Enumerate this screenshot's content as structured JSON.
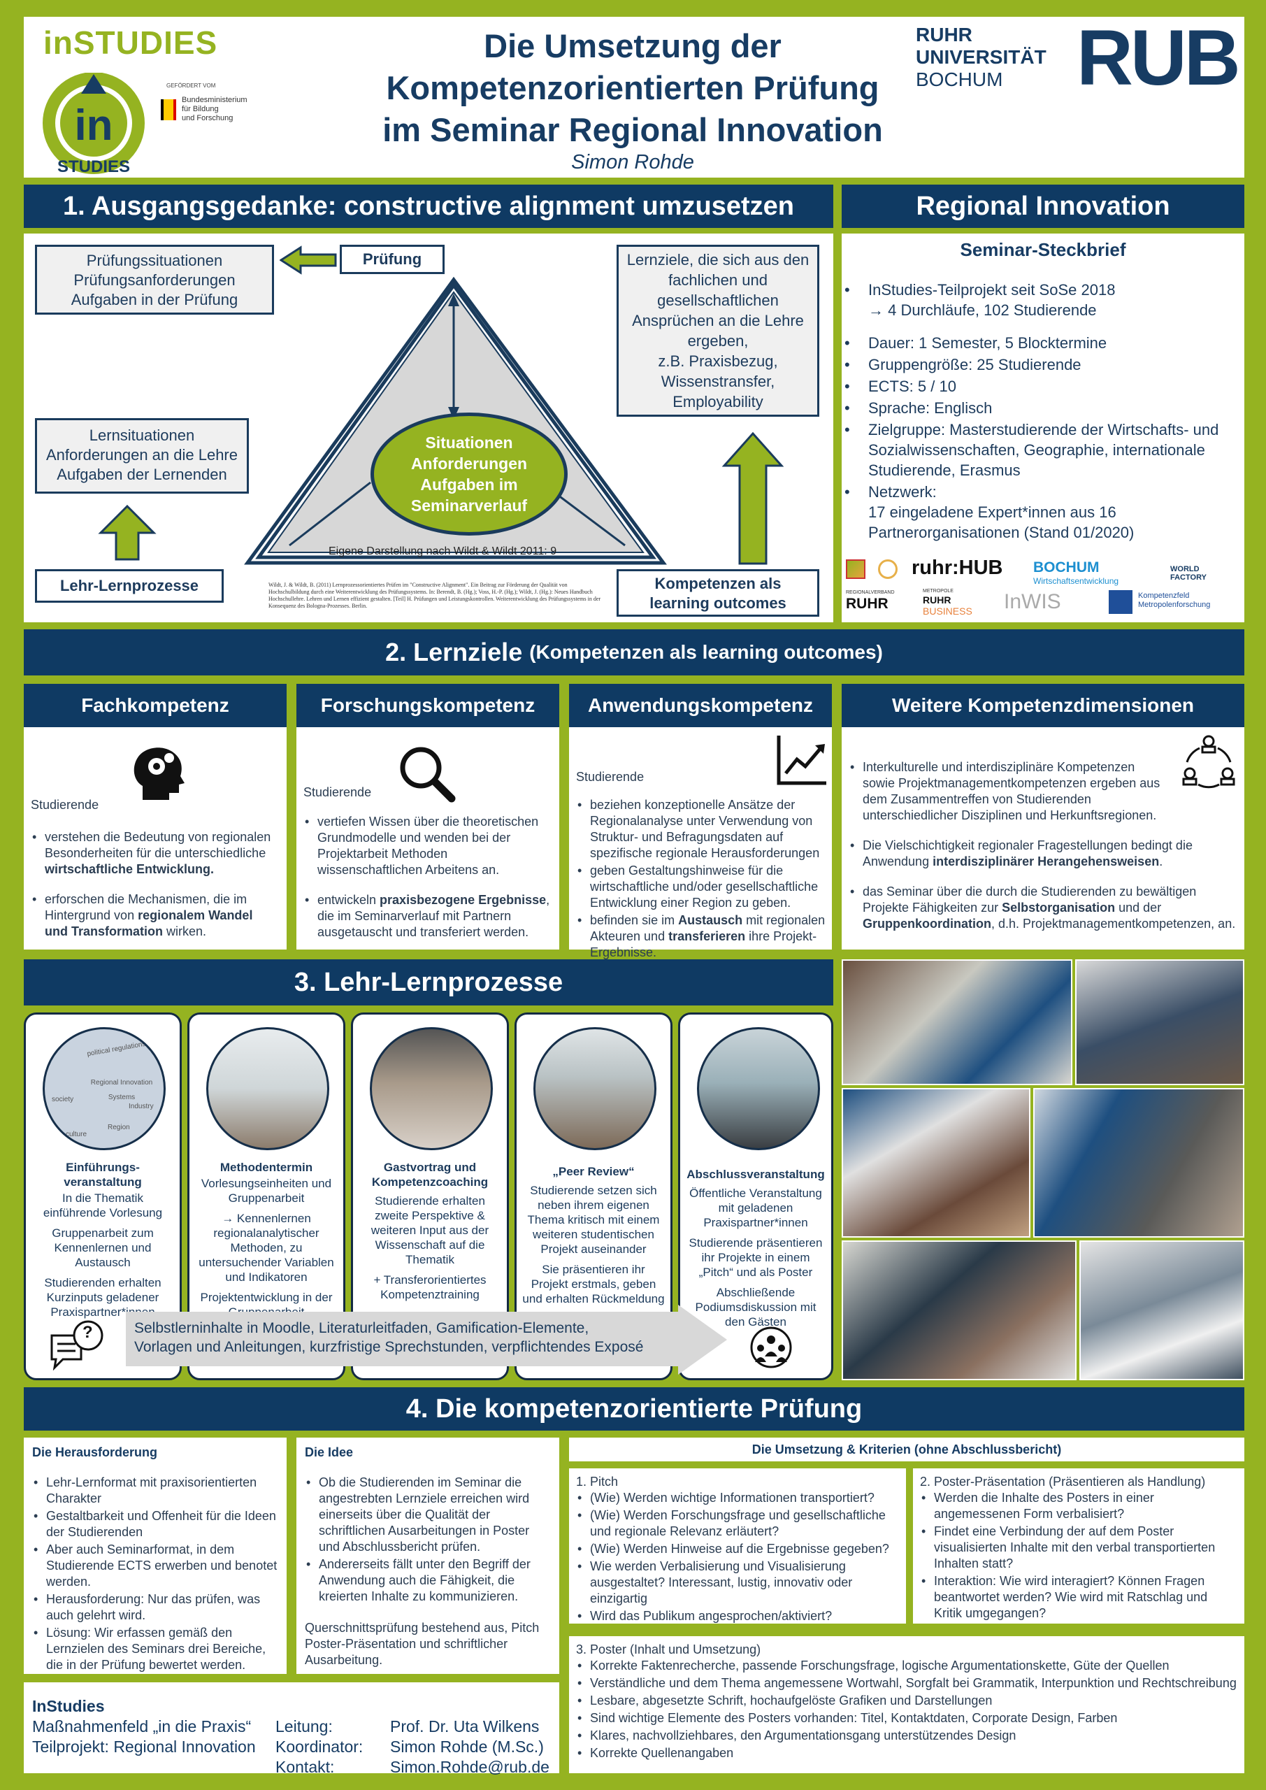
{
  "header": {
    "logo_text": "inSTUDIES",
    "logo_circle_in": "in",
    "logo_circle_studies": "STUDIES",
    "funder_small": "GEFÖRDERT VOM",
    "funder_name": "Bundesministerium\nfür Bildung\nund Forschung",
    "title_line1": "Die Umsetzung der",
    "title_line2": "Kompetenzorientierten Prüfung",
    "title_line3": "im Seminar Regional Innovation",
    "author": "Simon Rohde",
    "rub_text1": "RUHR",
    "rub_text2": "UNIVERSITÄT",
    "rub_text3": "BOCHUM",
    "rub_logo": "RUB"
  },
  "s1": {
    "title": "1. Ausgangsgedanke: constructive alignment umzusetzen",
    "box_exam_situations": "Prüfungssituationen\nPrüfungsanforderungen\nAufgaben in der Prüfung",
    "box_exam": "Prüfung",
    "box_goals": "Lernziele, die sich aus den fachlichen und gesellschaftlichen Ansprüchen an die Lehre ergeben,\nz.B. Praxisbezug, Wissenstransfer, Employability",
    "box_learning": "Lernsituationen\nAnforderungen an die Lehre\nAufgaben der Lernenden",
    "center": "Situationen\nAnforderungen\nAufgaben im\nSeminarverlauf",
    "source": "Eigene Darstellung nach Wildt & Wildt 2011: 9",
    "box_process": "Lehr-Lernprozesse",
    "box_competence": "Kompetenzen als\nlearning outcomes",
    "reference": "Wildt, J. & Wildt, B. (2011) Lernprozessorientiertes Prüfen im \"Constructive Alignment\". Ein Beitrag zur Förderung der Qualität von Hochschulbildung durch eine Weiterentwicklung des Prüfungssystems. In: Berendt, B. (Hg.); Voss, H.-P. (Hg.); Wildt, J. (Hg.): Neues Handbuch Hochschullehre. Lehren und Lernen effizient gestalten. [Teil] H. Prüfungen und Leistungskontrollen. Weiterentwicklung des Prüfungssystems in der Konsequenz des Bologna-Prozesses. Berlin."
  },
  "ri": {
    "title": "Regional Innovation",
    "subtitle": "Seminar-Steckbrief",
    "items": [
      "InStudies-Teilprojekt seit SoSe 2018\n→ 4 Durchläufe, 102 Studierende",
      "Dauer: 1 Semester, 5 Blocktermine",
      "Gruppengröße: 25 Studierende",
      "ECTS: 5 / 10",
      "Sprache: Englisch",
      "Zielgruppe: Masterstudierende der Wirtschafts- und Sozialwissenschaften, Geographie, internationale Studierende, Erasmus",
      "Netzwerk:\n17 eingeladene Expert*innen aus 16 Partnerorganisationen (Stand 01/2020)"
    ],
    "partners": [
      "ruhr:HUB",
      "BOCHUM",
      "Wirtschaftsentwicklung",
      "WORLD FACTORY",
      "REGIONALVERBAND",
      "RUHR",
      "METROPOLE",
      "RUHR",
      "BUSINESS",
      "InWIS",
      "Kompetenzfeld\nMetropolenforschung"
    ]
  },
  "s2": {
    "title": "2. Lernziele",
    "title_sub": "(Kompetenzen als learning outcomes)",
    "fach": {
      "title": "Fachkompetenz",
      "intro": "Studierende",
      "items": [
        {
          "pre": "verstehen die Bedeutung von regionalen Besonderheiten für die unterschiedliche ",
          "bold": "wirtschaftliche Entwicklung.",
          "post": ""
        },
        {
          "pre": "erforschen die Mechanismen, die im Hintergrund von ",
          "bold": "regionalem Wandel und Transformation",
          "post": " wirken."
        }
      ]
    },
    "forsch": {
      "title": "Forschungskompetenz",
      "intro": "Studierende",
      "items": [
        {
          "pre": "vertiefen Wissen über die theoretischen Grundmodelle und wenden bei der Projektarbeit Methoden wissenschaftlichen Arbeitens an.",
          "bold": "",
          "post": ""
        },
        {
          "pre": "entwickeln ",
          "bold": "praxisbezogene Ergebnisse",
          "post": ", die im Seminarverlauf mit Partnern ausgetauscht und transferiert werden."
        }
      ]
    },
    "anw": {
      "title": "Anwendungskompetenz",
      "intro": "Studierende",
      "items": [
        {
          "pre": "beziehen konzeptionelle Ansätze der Regionalanalyse unter Verwendung von Struktur- und Befragungsdaten auf spezifische regionale Herausforderungen",
          "bold": "",
          "post": ""
        },
        {
          "pre": "geben Gestaltungshinweise für die wirtschaftliche und/oder gesellschaftliche Entwicklung einer Region zu geben.",
          "bold": "",
          "post": ""
        },
        {
          "pre": "befinden sie im ",
          "bold": "Austausch",
          "post": " mit regionalen Akteuren und ",
          "bold2": "transferieren",
          "post2": " ihre Projekt-Ergebnisse."
        }
      ]
    },
    "weitere": {
      "title": "Weitere Kompetenzdimensionen",
      "items": [
        {
          "pre": "Interkulturelle und interdisziplinäre Kompetenzen sowie Projektmanagementkompetenzen ergeben aus dem Zusammentreffen von Studierenden unterschiedlicher Disziplinen und Herkunftsregionen.",
          "bold": "",
          "post": ""
        },
        {
          "pre": "Die Vielschichtigkeit regionaler Fragestellungen bedingt die Anwendung ",
          "bold": "interdisziplinärer Herangehensweisen",
          "post": "."
        },
        {
          "pre": "das Seminar über die durch die Studierenden zu bewältigen Projekte Fähigkeiten zur ",
          "bold": "Selbstorganisation",
          "post": " und der ",
          "bold2": "Gruppenkoordination",
          "post2": ", d.h. Projektmanagementkompetenzen, an."
        }
      ]
    }
  },
  "s3": {
    "title": "3. Lehr-Lernprozesse",
    "cards": [
      {
        "title": "Einführungs-\nveranstaltung",
        "paras": [
          "In die Thematik einführende Vorlesung",
          "Gruppenarbeit zum Kennenlernen und Austausch",
          "Studierenden erhalten Kurzinputs geladener Praxispartner*innen"
        ]
      },
      {
        "title": "Methodentermin",
        "paras": [
          "Vorlesungseinheiten und Gruppenarbeit",
          "→ Kennenlernen regionalanalytischer Methoden, zu untersuchender Variablen und Indikatoren",
          "Projektentwicklung in der Gruppenarbeit"
        ]
      },
      {
        "title": "Gastvortrag und Kompetenzcoaching",
        "paras": [
          "Studierende erhalten zweite Perspektive & weiteren Input aus der Wissenschaft auf die Thematik",
          "+ Transferorientiertes Kompetenztraining"
        ]
      },
      {
        "title": "„Peer Review“",
        "paras": [
          "Studierende setzen sich neben ihrem eigenen Thema kritisch mit einem weiteren studentischen Projekt auseinander",
          "Sie präsentieren ihr Projekt erstmals, geben und erhalten Rückmeldung"
        ]
      },
      {
        "title": "Abschlussveranstaltung",
        "paras": [
          "Öffentliche Veranstaltung mit geladenen Praxispartner*innen",
          "Studierende präsentieren ihr Projekte in einem „Pitch“ und als Poster",
          "Abschließende Podiumsdiskussion mit den Gästen"
        ]
      }
    ],
    "arrow_line1": "Selbstlerninhalte in Moodle, Literaturleitfaden, Gamification-Elemente,",
    "arrow_line2": "Vorlagen und Anleitungen, kurzfristige Sprechstunden, verpflichtendes Exposé",
    "chat_icon_q": "?",
    "sketch_words": [
      "political regulations",
      "Regional Innovation Systems",
      "Industry",
      "society",
      "Region",
      "culture"
    ]
  },
  "s4": {
    "title": "4. Die kompetenzorientierte Prüfung",
    "herausforderung": {
      "title": "Die Herausforderung",
      "items": [
        "Lehr-Lernformat mit praxisorientierten Charakter",
        "Gestaltbarkeit und Offenheit für die Ideen der Studierenden",
        "Aber auch Seminarformat, in dem Studierende ECTS erwerben und benotet werden.",
        "Herausforderung: Nur das prüfen, was auch gelehrt wird.",
        "Lösung: Wir erfassen gemäß den Lernzielen des Seminars drei Bereiche, die in der Prüfung bewertet werden."
      ]
    },
    "idee": {
      "title": "Die Idee",
      "items": [
        "Ob die Studierenden im Seminar die angestrebten Lernziele erreichen wird einerseits über die Qualität der schriftlichen Ausarbeitungen in Poster und Abschlussbericht prüfen.",
        "Andererseits fällt unter den Begriff der Anwendung auch die Fähigkeit, die kreierten Inhalte zu kommunizieren."
      ],
      "footer": "Querschnittsprüfung bestehend aus, Pitch Poster-Präsentation und schriftlicher Ausarbeitung."
    },
    "umsetzung_title": "Die Umsetzung & Kriterien (ohne Abschlussbericht)",
    "pitch": {
      "title": "1. Pitch",
      "items": [
        "(Wie) Werden wichtige Informationen transportiert?",
        "(Wie) Werden Forschungsfrage und gesellschaftliche und regionale Relevanz erläutert?",
        "(Wie) Werden Hinweise auf die Ergebnisse gegeben?",
        "Wie werden Verbalisierung und Visualisierung ausgestaltet? Interessant, lustig, innovativ oder einzigartig",
        "Wird das Publikum angesprochen/aktiviert?"
      ]
    },
    "praes": {
      "title": "2. Poster-Präsentation (Präsentieren als Handlung)",
      "items": [
        "Werden die Inhalte des Posters in einer angemessenen Form verbalisiert?",
        "Findet eine Verbindung der auf dem Poster visualisierten Inhalte mit den verbal transportierten Inhalten statt?",
        "Interaktion: Wie wird interagiert? Können Fragen beantwortet werden? Wie wird mit Ratschlag und Kritik umgegangen?"
      ]
    },
    "poster": {
      "title": "3. Poster (Inhalt und Umsetzung)",
      "items": [
        "Korrekte Faktenrecherche, passende Forschungsfrage, logische Argumentationskette, Güte der Quellen",
        "Verständliche und dem Thema angemessene Wortwahl, Sorgfalt bei Grammatik, Interpunktion und Rechtschreibung",
        "Lesbare, abgesetzte Schrift, hochaufgelöste Grafiken und Darstellungen",
        "Sind wichtige Elemente des Posters vorhanden: Titel, Kontaktdaten, Corporate Design, Farben",
        "Klares, nachvollziehbares, den Argumentationsgang unterstützendes Design",
        "Korrekte Quellenangaben"
      ]
    }
  },
  "contact": {
    "org": "InStudies",
    "line2": "Maßnahmenfeld „in die Praxis“",
    "line3": "Teilprojekt: Regional Innovation",
    "l1": "Leitung:",
    "l2": "Koordinator:",
    "l3": "Kontakt:",
    "v1": "Prof. Dr. Uta Wilkens",
    "v2": "Simon Rohde (M.Sc.)",
    "v3": "Simon.Rohde@rub.de"
  },
  "colors": {
    "green": "#95b321",
    "navy": "#0f3a63"
  }
}
